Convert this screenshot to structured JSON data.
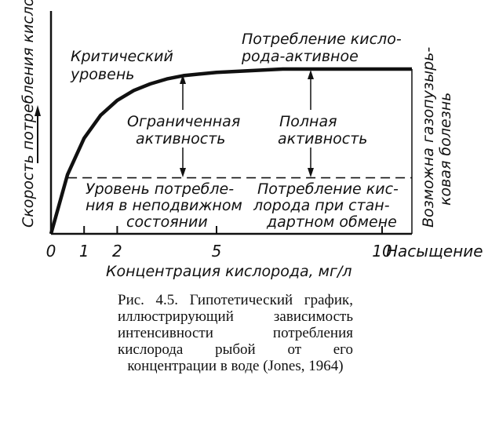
{
  "chart_data": {
    "type": "line",
    "xlabel": "Концентрация кислорода, мг/л",
    "ylabel": "Скорость потребления кислорода",
    "x_ticks": [
      "0",
      "1",
      "2",
      "5",
      "10"
    ],
    "x_end_label": "Насыщение",
    "xlim": [
      0,
      10.9
    ],
    "ylim": [
      0,
      1
    ],
    "series": [
      {
        "x": [
          0,
          0.5,
          1,
          1.5,
          2,
          2.5,
          3,
          3.5,
          4,
          5,
          6,
          7,
          8,
          9,
          10,
          10.9
        ],
        "y": [
          0,
          0.36,
          0.58,
          0.72,
          0.81,
          0.87,
          0.91,
          0.94,
          0.96,
          0.98,
          0.99,
          1.0,
          1.0,
          1.0,
          1.0,
          1.0
        ]
      }
    ],
    "baseline_level": 0.34,
    "annotations": {
      "critical_level": [
        "Критический",
        "уровень"
      ],
      "active_consumption": [
        "Потребление кисло-",
        "рода-активное"
      ],
      "limited_activity": [
        "Ограниченная",
        "активность"
      ],
      "full_activity": [
        "Полная",
        "активность"
      ],
      "rest_level": [
        "Уровень потребле-",
        "ния в неподвижном",
        "состоянии"
      ],
      "standard_metabolism": [
        "Потребление кис-",
        "лорода при стан-",
        "дартном обмене"
      ],
      "gas_bubble": [
        "Возможна газопузырь-",
        "ковая болезнь"
      ]
    }
  },
  "caption": "Рис. 4.5. Гипотетический график, иллюстрирующий зависимость интенсивности потребления кислорода рыбой от его концентрации в воде (Jones, 1964)"
}
